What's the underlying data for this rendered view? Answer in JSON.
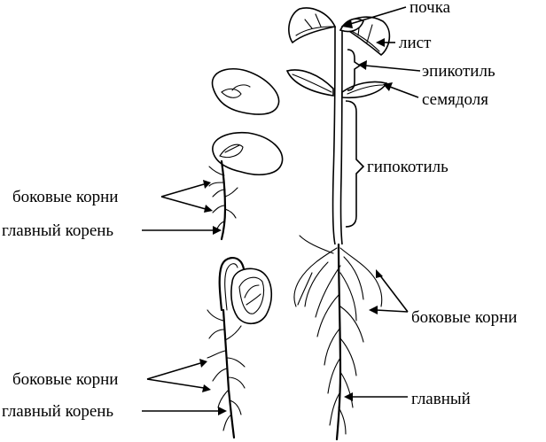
{
  "labels": {
    "bud": "почка",
    "leaf": "лист",
    "epicotyl": "эпикотиль",
    "cotyledon": "семядоля",
    "hypocotyl": "гипокотиль",
    "lateral_roots_right": "боковые корни",
    "main_right": "главный",
    "lateral_roots_top": "боковые корни",
    "main_root_top": "главный корень",
    "lateral_roots_bottom": "боковые корни",
    "main_root_bottom": "главный корень"
  }
}
